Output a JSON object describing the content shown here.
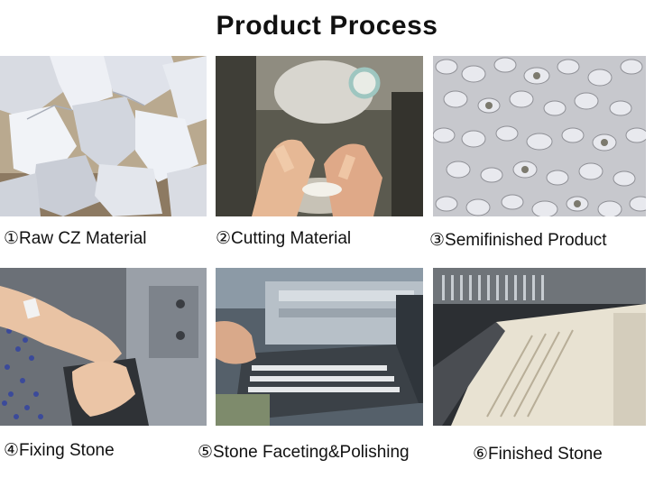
{
  "title": "Product Process",
  "steps": [
    {
      "number": "①",
      "label": "Raw CZ Material"
    },
    {
      "number": "②",
      "label": "Cutting Material"
    },
    {
      "number": "③",
      "label": "Semifinished Product"
    },
    {
      "number": "④",
      "label": "Fixing Stone"
    },
    {
      "number": "⑤",
      "label": "Stone Faceting&Polishing"
    },
    {
      "number": "⑥",
      "label": "Finished Stone"
    }
  ]
}
